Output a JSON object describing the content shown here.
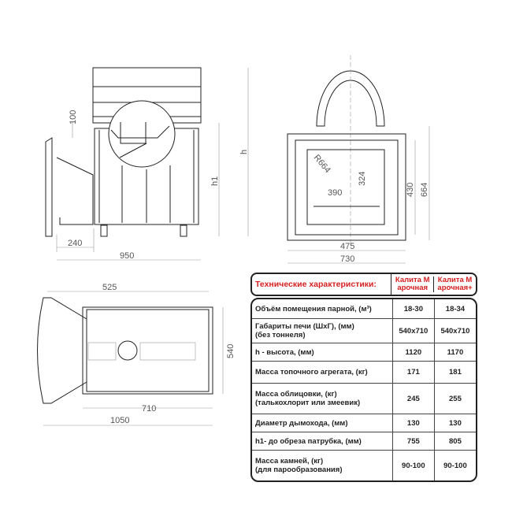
{
  "drawing": {
    "side_view": {
      "dim_100": "100",
      "dim_240": "240",
      "dim_950": "950",
      "label_h1": "h1",
      "label_h": "h"
    },
    "front_view": {
      "dim_r664": "R664",
      "dim_324": "324",
      "dim_390": "390",
      "dim_475": "475",
      "dim_730": "730",
      "dim_430": "430",
      "dim_664": "664"
    },
    "top_view": {
      "dim_525": "525",
      "dim_540": "540",
      "dim_710": "710",
      "dim_1050": "1050"
    }
  },
  "table": {
    "header": {
      "title": "Технические характеристики:",
      "col1": "Калита М арочная",
      "col2": "Калита М арочная+"
    },
    "rows": [
      {
        "label": "Объём помещения парной, (м³)",
        "sub": "",
        "v1": "18-30",
        "v2": "18-34"
      },
      {
        "label": "Габариты печи (ШхГ), (мм)",
        "sub": "(без тоннеля)",
        "v1": "540x710",
        "v2": "540x710"
      },
      {
        "label": "h - высота, (мм)",
        "sub": "",
        "v1": "1120",
        "v2": "1170"
      },
      {
        "label": "Масса топочного агрегата, (кг)",
        "sub": "",
        "v1": "171",
        "v2": "181"
      },
      {
        "label": "Масса облицовки, (кг)",
        "sub": "(талькохлорит или змеевик)",
        "v1": "245",
        "v2": "255"
      },
      {
        "label": "Диаметр дымохода, (мм)",
        "sub": "",
        "v1": "130",
        "v2": "130"
      },
      {
        "label": "h1- до обреза патрубка, (мм)",
        "sub": "",
        "v1": "755",
        "v2": "805"
      },
      {
        "label": "Масса камней, (кг)",
        "sub": "(для парообразования)",
        "v1": "90-100",
        "v2": "90-100"
      }
    ]
  }
}
